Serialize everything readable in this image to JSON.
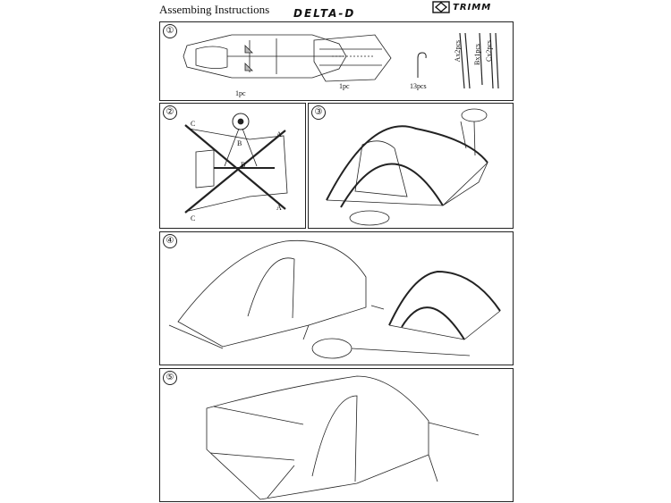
{
  "header": {
    "title": "Assembing  Instructions",
    "model": "DELTA-D",
    "brand": "TRIMM"
  },
  "steps": [
    "①",
    "②",
    "③",
    "④",
    "⑤"
  ],
  "step1": {
    "qty_inner": "1pc",
    "qty_fly": "1pc",
    "qty_pegs": "13pcs",
    "pole_a": "Ax2pcs",
    "pole_b": "Bx1pcs",
    "pole_c": "Cx2pcs"
  },
  "step2": {
    "corner_c_top": "C",
    "corner_a_top": "A",
    "label_b_top": "B",
    "label_b_mid": "B",
    "corner_c_bottom": "C",
    "corner_a_bottom": "A"
  }
}
